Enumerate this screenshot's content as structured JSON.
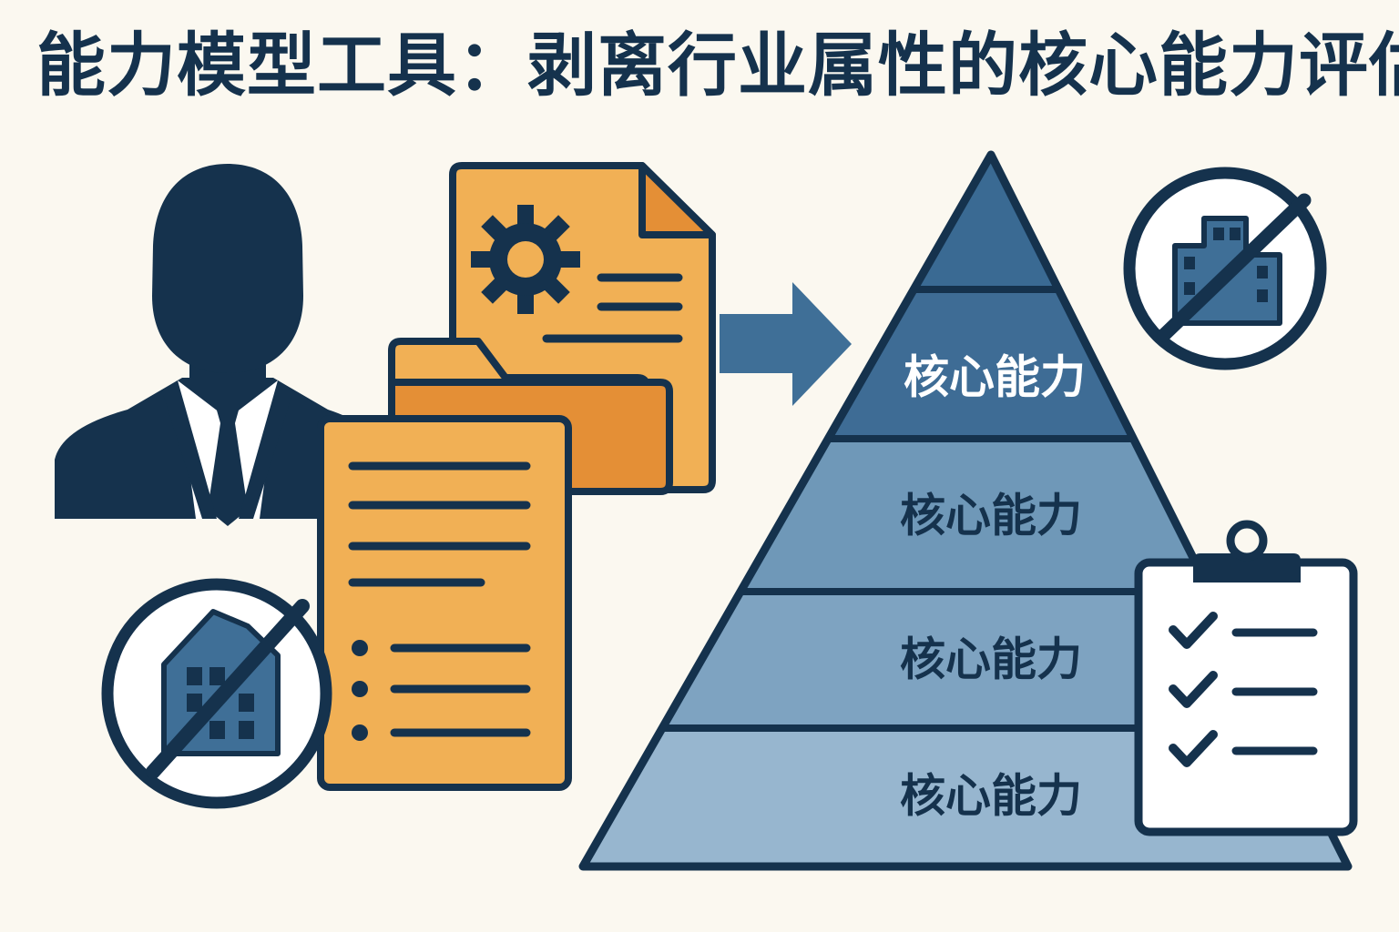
{
  "title": "能力模型工具：剥离行业属性的核心能力评估",
  "pyramid": {
    "tiers": [
      {
        "label": "",
        "fill": "#3a6a93"
      },
      {
        "label": "核心能力",
        "fill": "#3e6c95"
      },
      {
        "label": "核心能力",
        "fill": "#6f98b8"
      },
      {
        "label": "核心能力",
        "fill": "#7ea3c1"
      },
      {
        "label": "核心能力",
        "fill": "#97b6cf"
      }
    ]
  },
  "colors": {
    "navy": "#15324d",
    "mid_blue": "#3f6f97",
    "orange_light": "#f1b055",
    "orange_dark": "#e48f36",
    "background": "#fbf8f0",
    "paper": "#ffffff",
    "white_text": "#ffffff"
  },
  "icons": {
    "person": "person-silhouette-icon",
    "gear_document": "gear-document-icon",
    "folder": "folder-icon",
    "list_document": "list-document-icon",
    "arrow": "arrow-right-icon",
    "no_industry_left": "no-industry-building-icon",
    "no_industry_right": "no-industry-building-icon",
    "checklist": "checklist-clipboard-icon"
  }
}
